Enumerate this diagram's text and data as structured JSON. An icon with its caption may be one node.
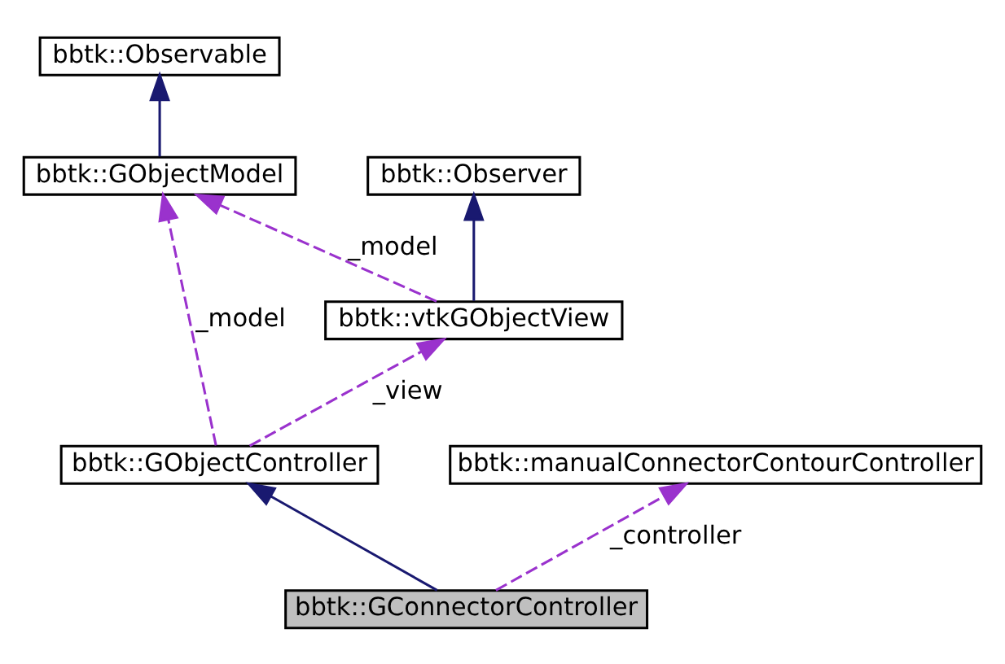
{
  "diagram": {
    "nodes": [
      {
        "text": [
          "bbtk::Observable"
        ]
      },
      {
        "text": [
          "bbtk::Observer"
        ]
      },
      {
        "text": [
          "bbtk::GObjectModel"
        ]
      },
      {
        "text": [
          "bbtk::vtkGObjectView"
        ]
      },
      {
        "text": [
          "bbtk::GObjectController"
        ]
      },
      {
        "text": [
          "bbtk::manualConnectorContourController"
        ]
      },
      {
        "text": [
          "bbtk::GConnectorController"
        ]
      }
    ],
    "edges": [
      {
        "from": 2,
        "to": 0,
        "arrow": "to",
        "color": "#191970"
      },
      {
        "from": 3,
        "to": 1,
        "arrow": "to",
        "color": "#191970"
      },
      {
        "from": 3,
        "to": 2,
        "arrow": "to",
        "style": "dashed",
        "label": "_model"
      },
      {
        "from": 4,
        "to": 2,
        "arrow": "to",
        "style": "dashed",
        "label": "_model"
      },
      {
        "from": 4,
        "to": 3,
        "arrow": "to",
        "style": "dashed",
        "label": "_view"
      },
      {
        "from": 6,
        "to": 4,
        "arrow": "to",
        "color": "#191970"
      },
      {
        "from": 6,
        "to": 5,
        "arrow": "to",
        "style": "dashed",
        "label": "_controller"
      }
    ]
  }
}
